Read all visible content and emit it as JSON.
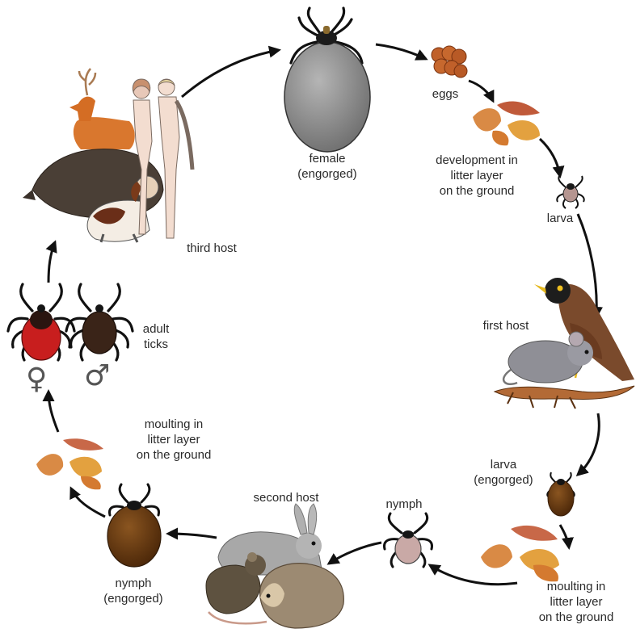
{
  "labels": {
    "female": "female\n(engorged)",
    "eggs": "eggs",
    "development": "development in\nlitter layer\non the ground",
    "larva": "larva",
    "first_host": "first host",
    "larva_engorged": "larva\n(engorged)",
    "moulting_right": "moulting in\nlitter layer\non the ground",
    "nymph": "nymph",
    "second_host": "second host",
    "nymph_engorged": "nymph\n(engorged)",
    "moulting_left": "moulting in\nlitter layer\non the ground",
    "adult_ticks": "adult\nticks",
    "third_host": "third host",
    "female_symbol": "♀",
    "male_symbol": "♂"
  },
  "colors": {
    "arrow": "#111111",
    "female_body": "#8e8e8e",
    "egg": "#c0602a",
    "leaf": "#d98a45",
    "engorged_larva": "#7a3c10",
    "nymph_body": "#c9a9a6",
    "engorged_nymph": "#5a3512",
    "adult_female_scutum": "#c81e1e",
    "adult_male": "#3a2418"
  },
  "icons": [
    "engorged-female-tick-icon",
    "eggs-icon",
    "leaf-litter-icon",
    "larva-icon",
    "bird-icon",
    "mouse-icon",
    "lizard-icon",
    "engorged-larva-icon",
    "nymph-icon",
    "rabbit-icon",
    "rat-icon",
    "hedgehog-icon",
    "engorged-nymph-icon",
    "adult-female-tick-icon",
    "adult-male-tick-icon",
    "deer-icon",
    "boar-icon",
    "dog-icon",
    "humans-icon"
  ]
}
